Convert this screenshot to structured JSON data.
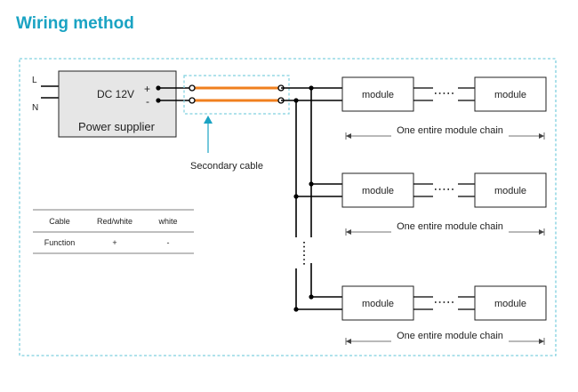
{
  "title": "Wiring method",
  "supply": {
    "input_l": "L",
    "input_n": "N",
    "voltage": "DC 12V",
    "plus": "+",
    "minus": "-",
    "name": "Power supplier"
  },
  "secondary_cable_label": "Secondary cable",
  "chains": [
    {
      "module_left": "module",
      "module_right": "module",
      "label": "One entire module chain"
    },
    {
      "module_left": "module",
      "module_right": "module",
      "label": "One entire module chain"
    },
    {
      "module_left": "module",
      "module_right": "module",
      "label": "One entire module chain"
    }
  ],
  "table": {
    "headers": [
      "Cable",
      "Red/white",
      "white"
    ],
    "row": [
      "Function",
      "+",
      "-"
    ]
  },
  "colors": {
    "title": "#1aa3c3",
    "frame": "#7fd0df",
    "cable": "#f07f1e",
    "arrow": "#1aa3c3"
  }
}
